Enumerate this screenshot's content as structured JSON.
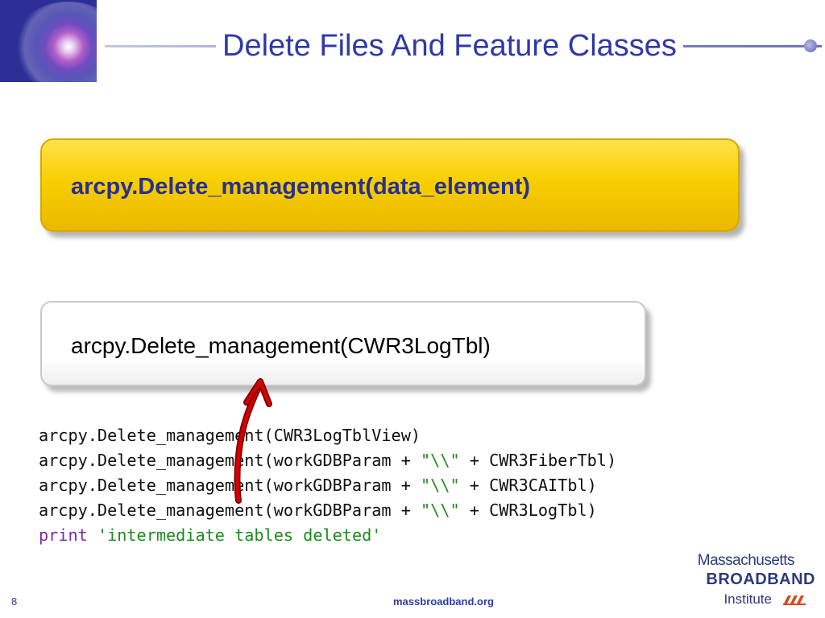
{
  "slide": {
    "title": "Delete Files And Feature Classes",
    "syntax": "arcpy.Delete_management(data_element)",
    "example": "arcpy.Delete_management(CWR3LogTbl)",
    "page_number": "8",
    "footer_url": "massbroadband.org"
  },
  "code_lines": [
    {
      "parts": [
        {
          "t": "arcpy.Delete_management(CWR3LogTblView)",
          "c": "plain"
        }
      ]
    },
    {
      "parts": [
        {
          "t": "arcpy.Delete_management(workGDBParam + ",
          "c": "plain"
        },
        {
          "t": "\"\\\\\"",
          "c": "str"
        },
        {
          "t": " + CWR3FiberTbl)",
          "c": "plain"
        }
      ]
    },
    {
      "parts": [
        {
          "t": "arcpy.Delete_management(workGDBParam + ",
          "c": "plain"
        },
        {
          "t": "\"\\\\\"",
          "c": "str"
        },
        {
          "t": " + CWR3CAITbl)",
          "c": "plain"
        }
      ]
    },
    {
      "parts": [
        {
          "t": "arcpy.Delete_management(workGDBParam + ",
          "c": "plain"
        },
        {
          "t": "\"\\\\\"",
          "c": "str"
        },
        {
          "t": " + CWR3LogTbl)",
          "c": "plain"
        }
      ]
    },
    {
      "parts": [
        {
          "t": "print",
          "c": "kw"
        },
        {
          "t": " ",
          "c": "plain"
        },
        {
          "t": "'intermediate tables deleted'",
          "c": "str"
        }
      ]
    }
  ],
  "logo": {
    "line1": "Massachusetts",
    "line2": "BROADBAND",
    "line3": "Institute"
  },
  "colors": {
    "title": "#2f39a8",
    "syntax_box": "#f7cf00",
    "keyword": "#7b2aa8",
    "string": "#1f8a1f",
    "arrow": "#c00000"
  }
}
